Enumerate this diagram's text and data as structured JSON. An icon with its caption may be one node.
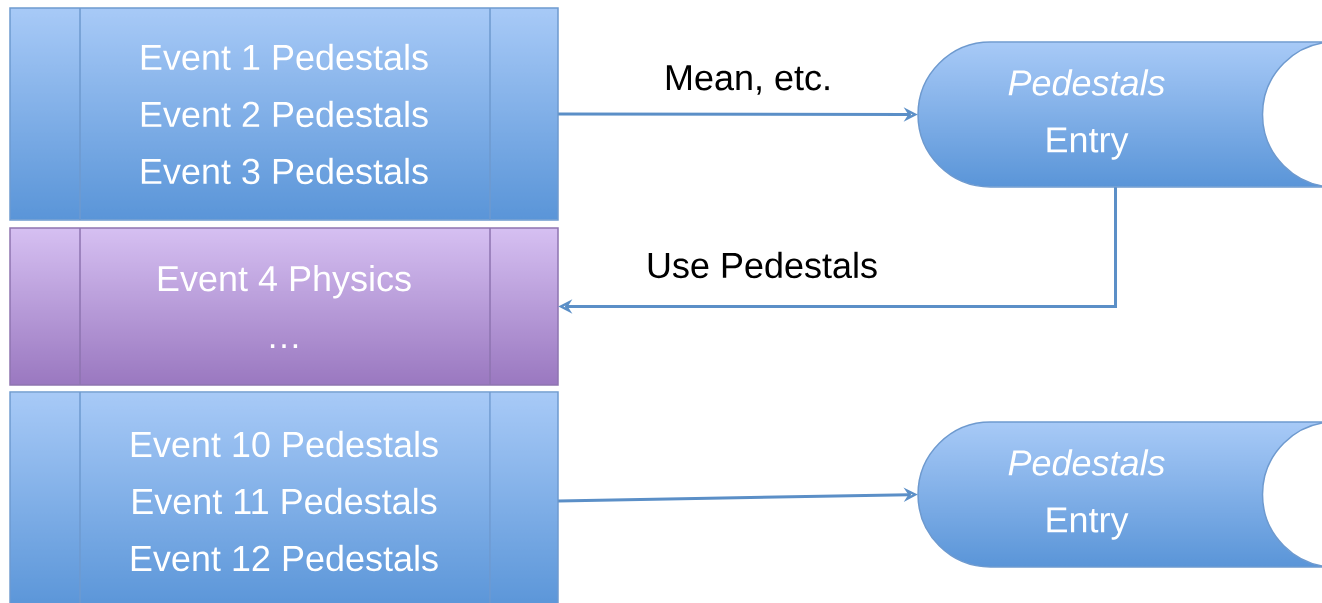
{
  "diagram": {
    "nodes": [
      {
        "text": [
          "Event 1 Pedestals",
          "Event 2 Pedestals",
          "Event 3 Pedestals"
        ]
      },
      {
        "text": [
          "Event 4 Physics",
          "…"
        ]
      },
      {
        "text": [
          "Event 10 Pedestals",
          "Event 11 Pedestals",
          "Event 12 Pedestals"
        ]
      },
      {
        "text": [
          "Pedestals",
          "Entry"
        ]
      },
      {
        "text": [
          "Pedestals",
          "Entry"
        ]
      }
    ],
    "edges": [
      {
        "from": 0,
        "to": 3,
        "arrow": "to",
        "label": "Mean, etc."
      },
      {
        "from": 3,
        "to": 1,
        "arrow": "to",
        "label": "Use Pedestals"
      },
      {
        "from": 2,
        "to": 4,
        "arrow": "to"
      }
    ]
  }
}
